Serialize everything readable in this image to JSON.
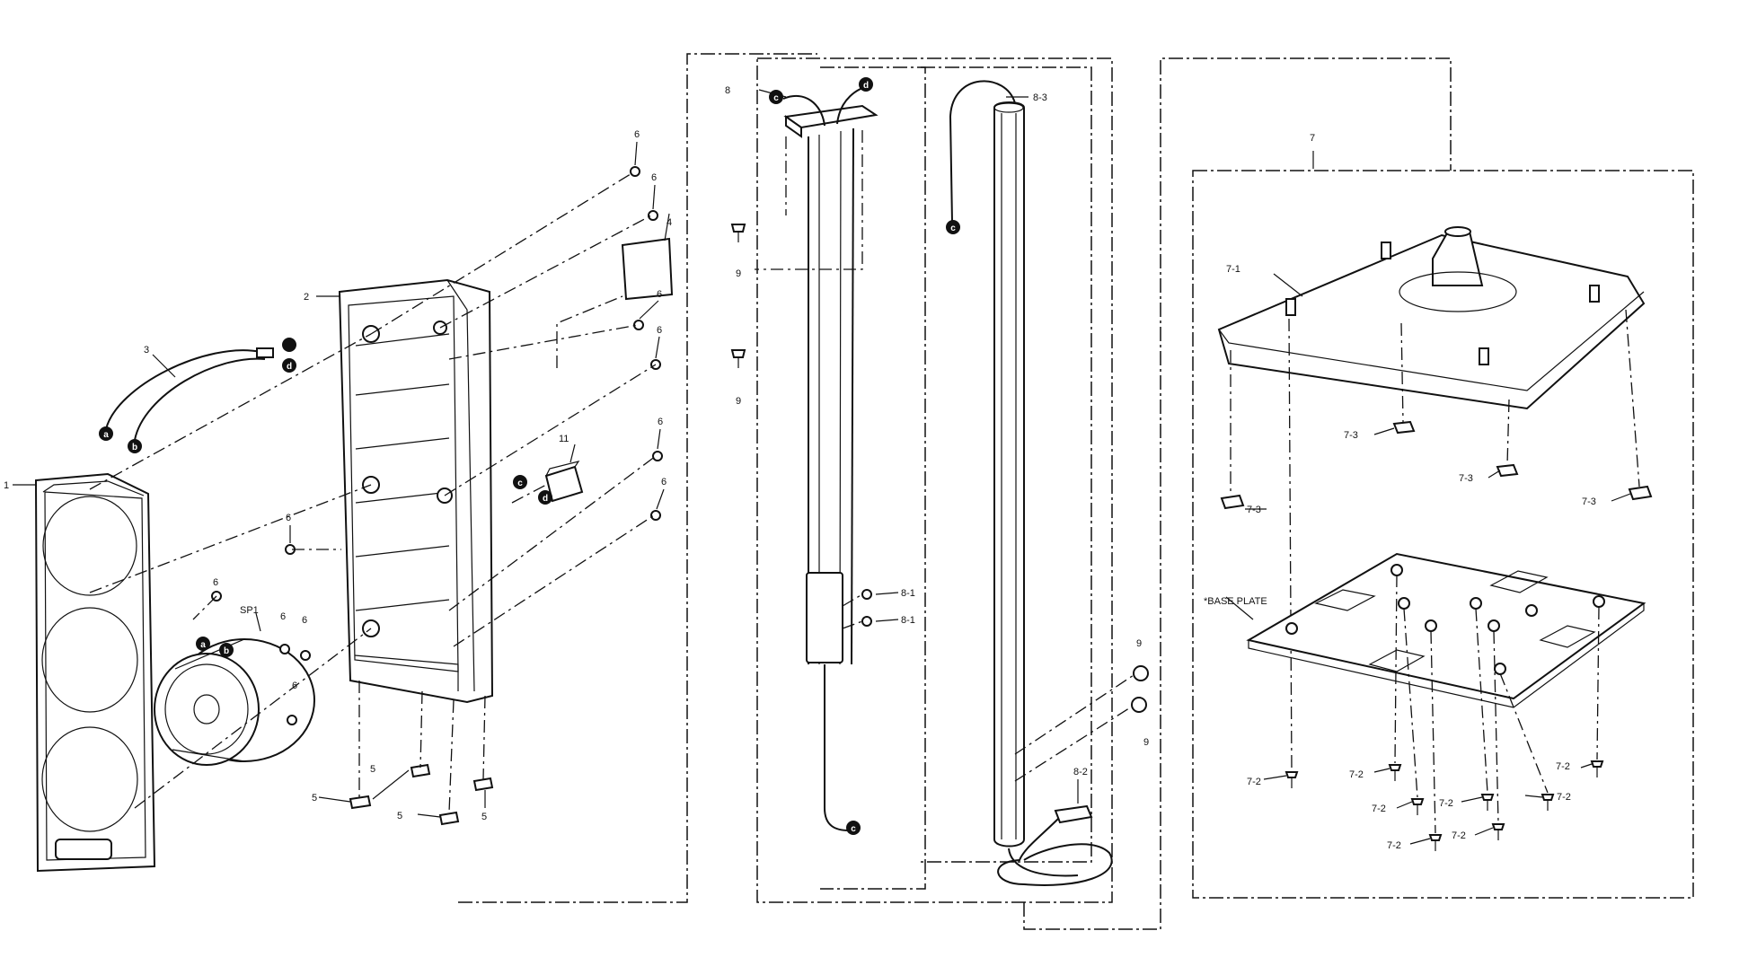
{
  "labels": {
    "p1": "1",
    "p2": "2",
    "p3": "3",
    "p4": "4",
    "p5": "5",
    "p6": "6",
    "p7": "7",
    "p7_1": "7-1",
    "p7_2": "7-2",
    "p7_3": "7-3",
    "p8": "8",
    "p8_1": "8-1",
    "p8_2": "8-2",
    "p8_3": "8-3",
    "p9": "9",
    "p11": "11",
    "sp1": "SP1",
    "base_plate": "*BASE PLATE"
  },
  "connectors": {
    "a": "a",
    "b": "b",
    "c": "c",
    "d": "d"
  }
}
